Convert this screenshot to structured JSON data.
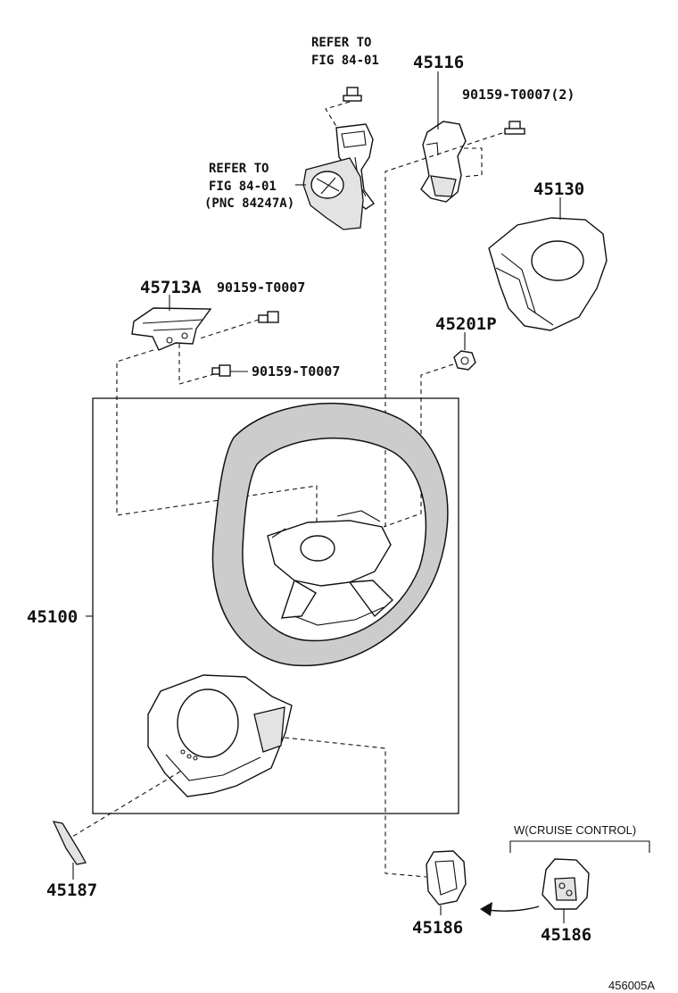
{
  "diagram_id": "456005A",
  "labels": {
    "refer_top_line1": "REFER TO",
    "refer_top_line2": "FIG 84-01",
    "refer_mid_line1": "REFER TO",
    "refer_mid_line2": "FIG 84-01",
    "refer_mid_line3": "(PNC 84247A)",
    "p45116": "45116",
    "p90159_x2": "90159-T0007(2)",
    "p45130": "45130",
    "p45713A": "45713A",
    "p90159_a": "90159-T0007",
    "p90159_b": "90159-T0007",
    "p45201P": "45201P",
    "p45100": "45100",
    "p45187": "45187",
    "p45186_a": "45186",
    "p45186_b": "45186",
    "cruise_note": "W(CRUISE CONTROL)"
  }
}
